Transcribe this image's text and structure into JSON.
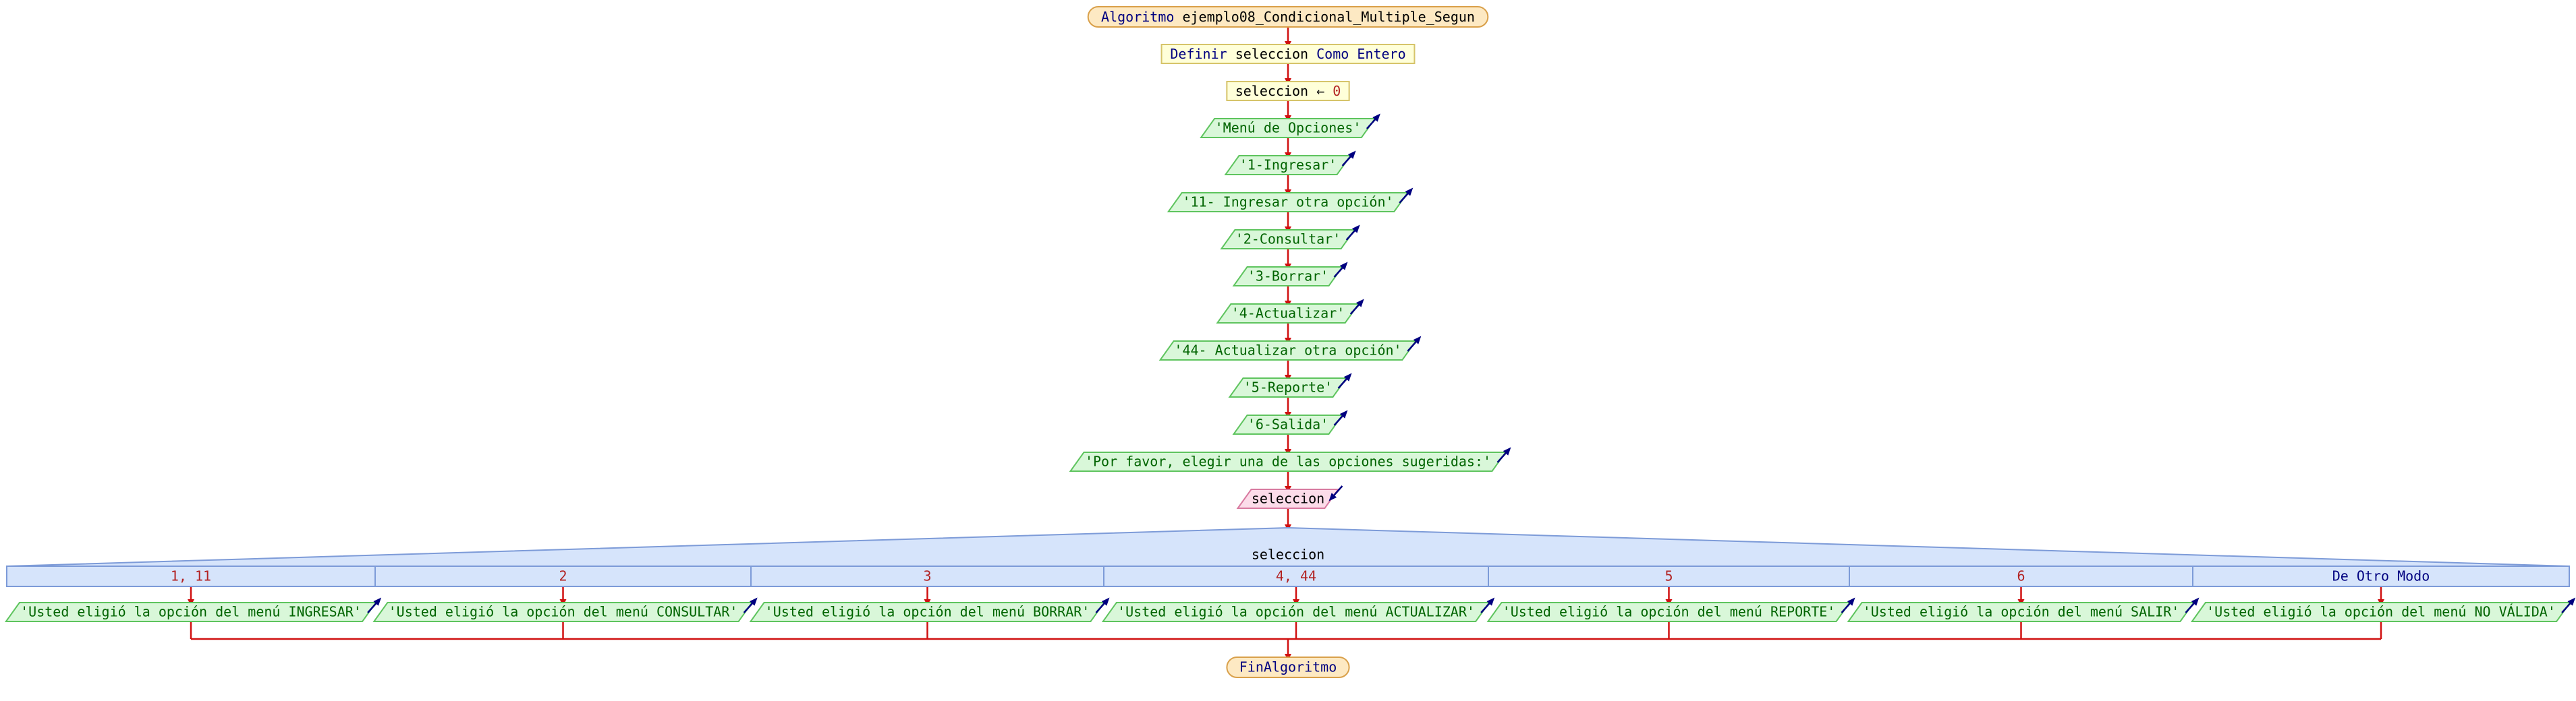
{
  "algorithm": {
    "keyword": "Algoritmo",
    "name": "ejemplo08_Condicional_Multiple_Segun",
    "end": "FinAlgoritmo"
  },
  "definition": {
    "kw_definir": "Definir",
    "variable": "seleccion",
    "kw_como": "Como",
    "type": "Entero"
  },
  "assignment": {
    "variable": "seleccion",
    "operator": "←",
    "value": "0"
  },
  "outputs": [
    "'Menú de Opciones'",
    "'1-Ingresar'",
    "'11- Ingresar otra opción'",
    "'2-Consultar'",
    "'3-Borrar'",
    "'4-Actualizar'",
    "'44- Actualizar otra opción'",
    "'5-Reporte'",
    "'6-Salida'",
    "'Por favor, elegir una de las opciones sugeridas:'"
  ],
  "input": {
    "variable": "seleccion"
  },
  "switch": {
    "variable": "seleccion",
    "cases": [
      {
        "label": "1, 11",
        "output": "'Usted eligió la opción del menú INGRESAR'"
      },
      {
        "label": "2",
        "output": "'Usted eligió la opción del menú CONSULTAR'"
      },
      {
        "label": "3",
        "output": "'Usted eligió la opción del menú BORRAR'"
      },
      {
        "label": "4, 44",
        "output": "'Usted eligió la opción del menú ACTUALIZAR'"
      },
      {
        "label": "5",
        "output": "'Usted eligió la opción del menú REPORTE'"
      },
      {
        "label": "6",
        "output": "'Usted eligió la opción del menú SALIR'"
      },
      {
        "label": "De Otro Modo",
        "output": "'Usted eligió la opción del menú NO VÁLIDA'",
        "default": true
      }
    ]
  },
  "colors": {
    "terminal_fill": "#fde9c3",
    "terminal_stroke": "#d9a04a",
    "process_fill": "#ffffd9",
    "process_stroke": "#d6c46a",
    "output_fill": "#d9f7d9",
    "output_stroke": "#5ec45e",
    "input_fill": "#fcdce9",
    "input_stroke": "#d87aa0",
    "switch_fill": "#d6e4fb",
    "switch_stroke": "#7d9bd8",
    "arrow": "#d01010",
    "keyword_text": "#000080",
    "string_text": "#006400",
    "number_text": "#b22222"
  }
}
